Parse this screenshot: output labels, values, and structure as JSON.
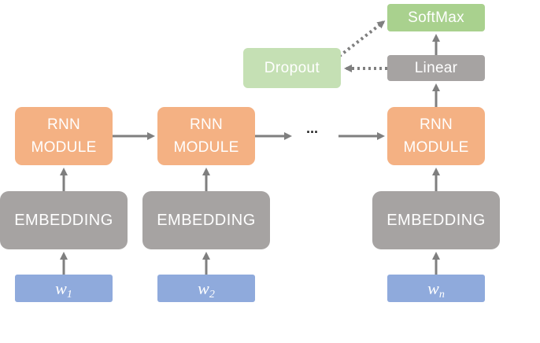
{
  "columns": [
    {
      "rnn": {
        "line1": "RNN",
        "line2": "MODULE"
      },
      "embedding": "EMBEDDING",
      "word": {
        "base": "w",
        "sub": "1"
      }
    },
    {
      "rnn": {
        "line1": "RNN",
        "line2": "MODULE"
      },
      "embedding": "EMBEDDING",
      "word": {
        "base": "w",
        "sub": "2"
      }
    },
    {
      "rnn": {
        "line1": "RNN",
        "line2": "MODULE"
      },
      "embedding": "EMBEDDING",
      "word": {
        "base": "w",
        "sub": "n"
      }
    }
  ],
  "ellipsis": "···",
  "linear": "Linear",
  "softmax": "SoftMax",
  "dropout": "Dropout",
  "colors": {
    "rnn": "#f4b183",
    "embedding": "#a6a3a2",
    "word": "#8faadc",
    "softmax": "#a9d18e",
    "dropout": "#c5e0b4",
    "arrow": "#7f7f7f"
  }
}
